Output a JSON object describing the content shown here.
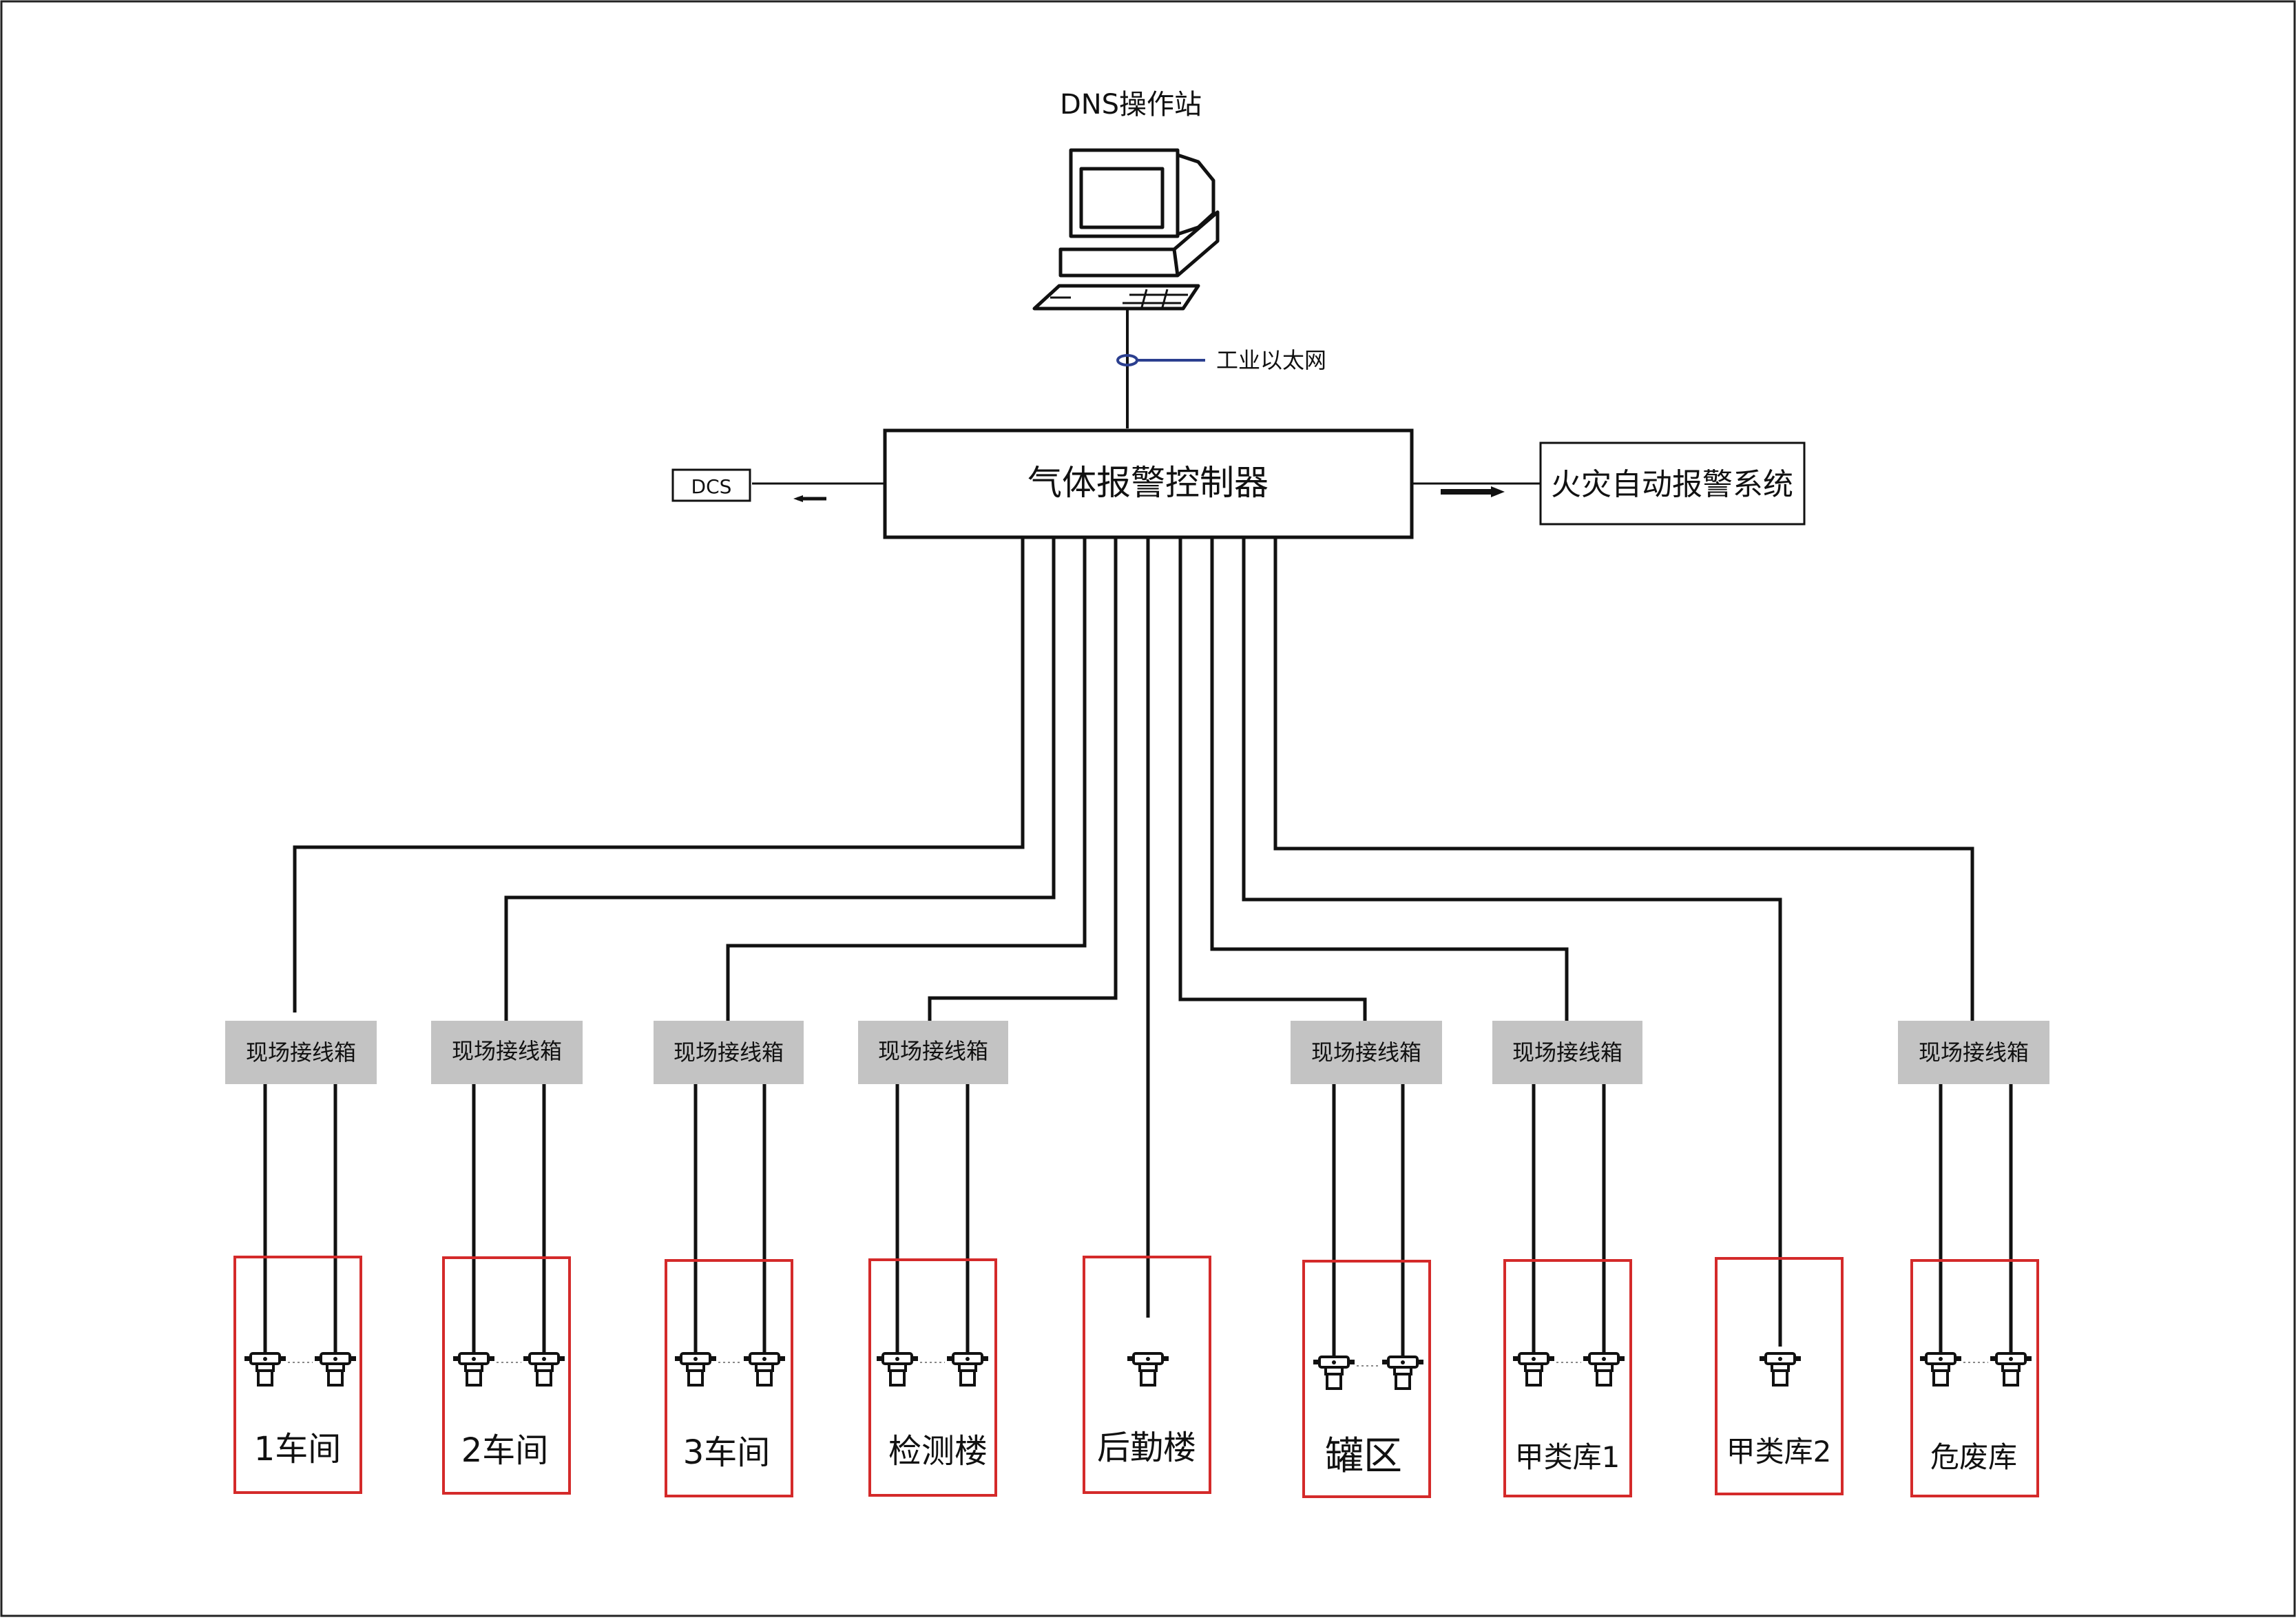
{
  "station": {
    "label": "DNS操作站",
    "icon": "computer-workstation-icon"
  },
  "network": {
    "label": "工业以太网"
  },
  "controller": {
    "label": "气体报警控制器"
  },
  "dcs": {
    "label": "DCS"
  },
  "fire_system": {
    "label": "火灾自动报警系统"
  },
  "junction_box_label": "现场接线箱",
  "sensor_icon": "gas-detector-icon",
  "areas": [
    {
      "label": "1车间",
      "detectors": 2,
      "has_junction_box": true
    },
    {
      "label": "2车间",
      "detectors": 2,
      "has_junction_box": true
    },
    {
      "label": "3车间",
      "detectors": 2,
      "has_junction_box": true
    },
    {
      "label": "检测楼",
      "detectors": 2,
      "has_junction_box": true
    },
    {
      "label": "后勤楼",
      "detectors": 1,
      "has_junction_box": false
    },
    {
      "label": "罐区",
      "detectors": 2,
      "has_junction_box": true
    },
    {
      "label": "甲类库1",
      "detectors": 2,
      "has_junction_box": true
    },
    {
      "label": "甲类库2",
      "detectors": 1,
      "has_junction_box": false
    },
    {
      "label": "危废库",
      "detectors": 2,
      "has_junction_box": true
    }
  ],
  "colors": {
    "line": "#111111",
    "area_border": "#d42a2a",
    "junction_fill": "#c3c3c3",
    "network_marker": "#2b3f8f"
  }
}
